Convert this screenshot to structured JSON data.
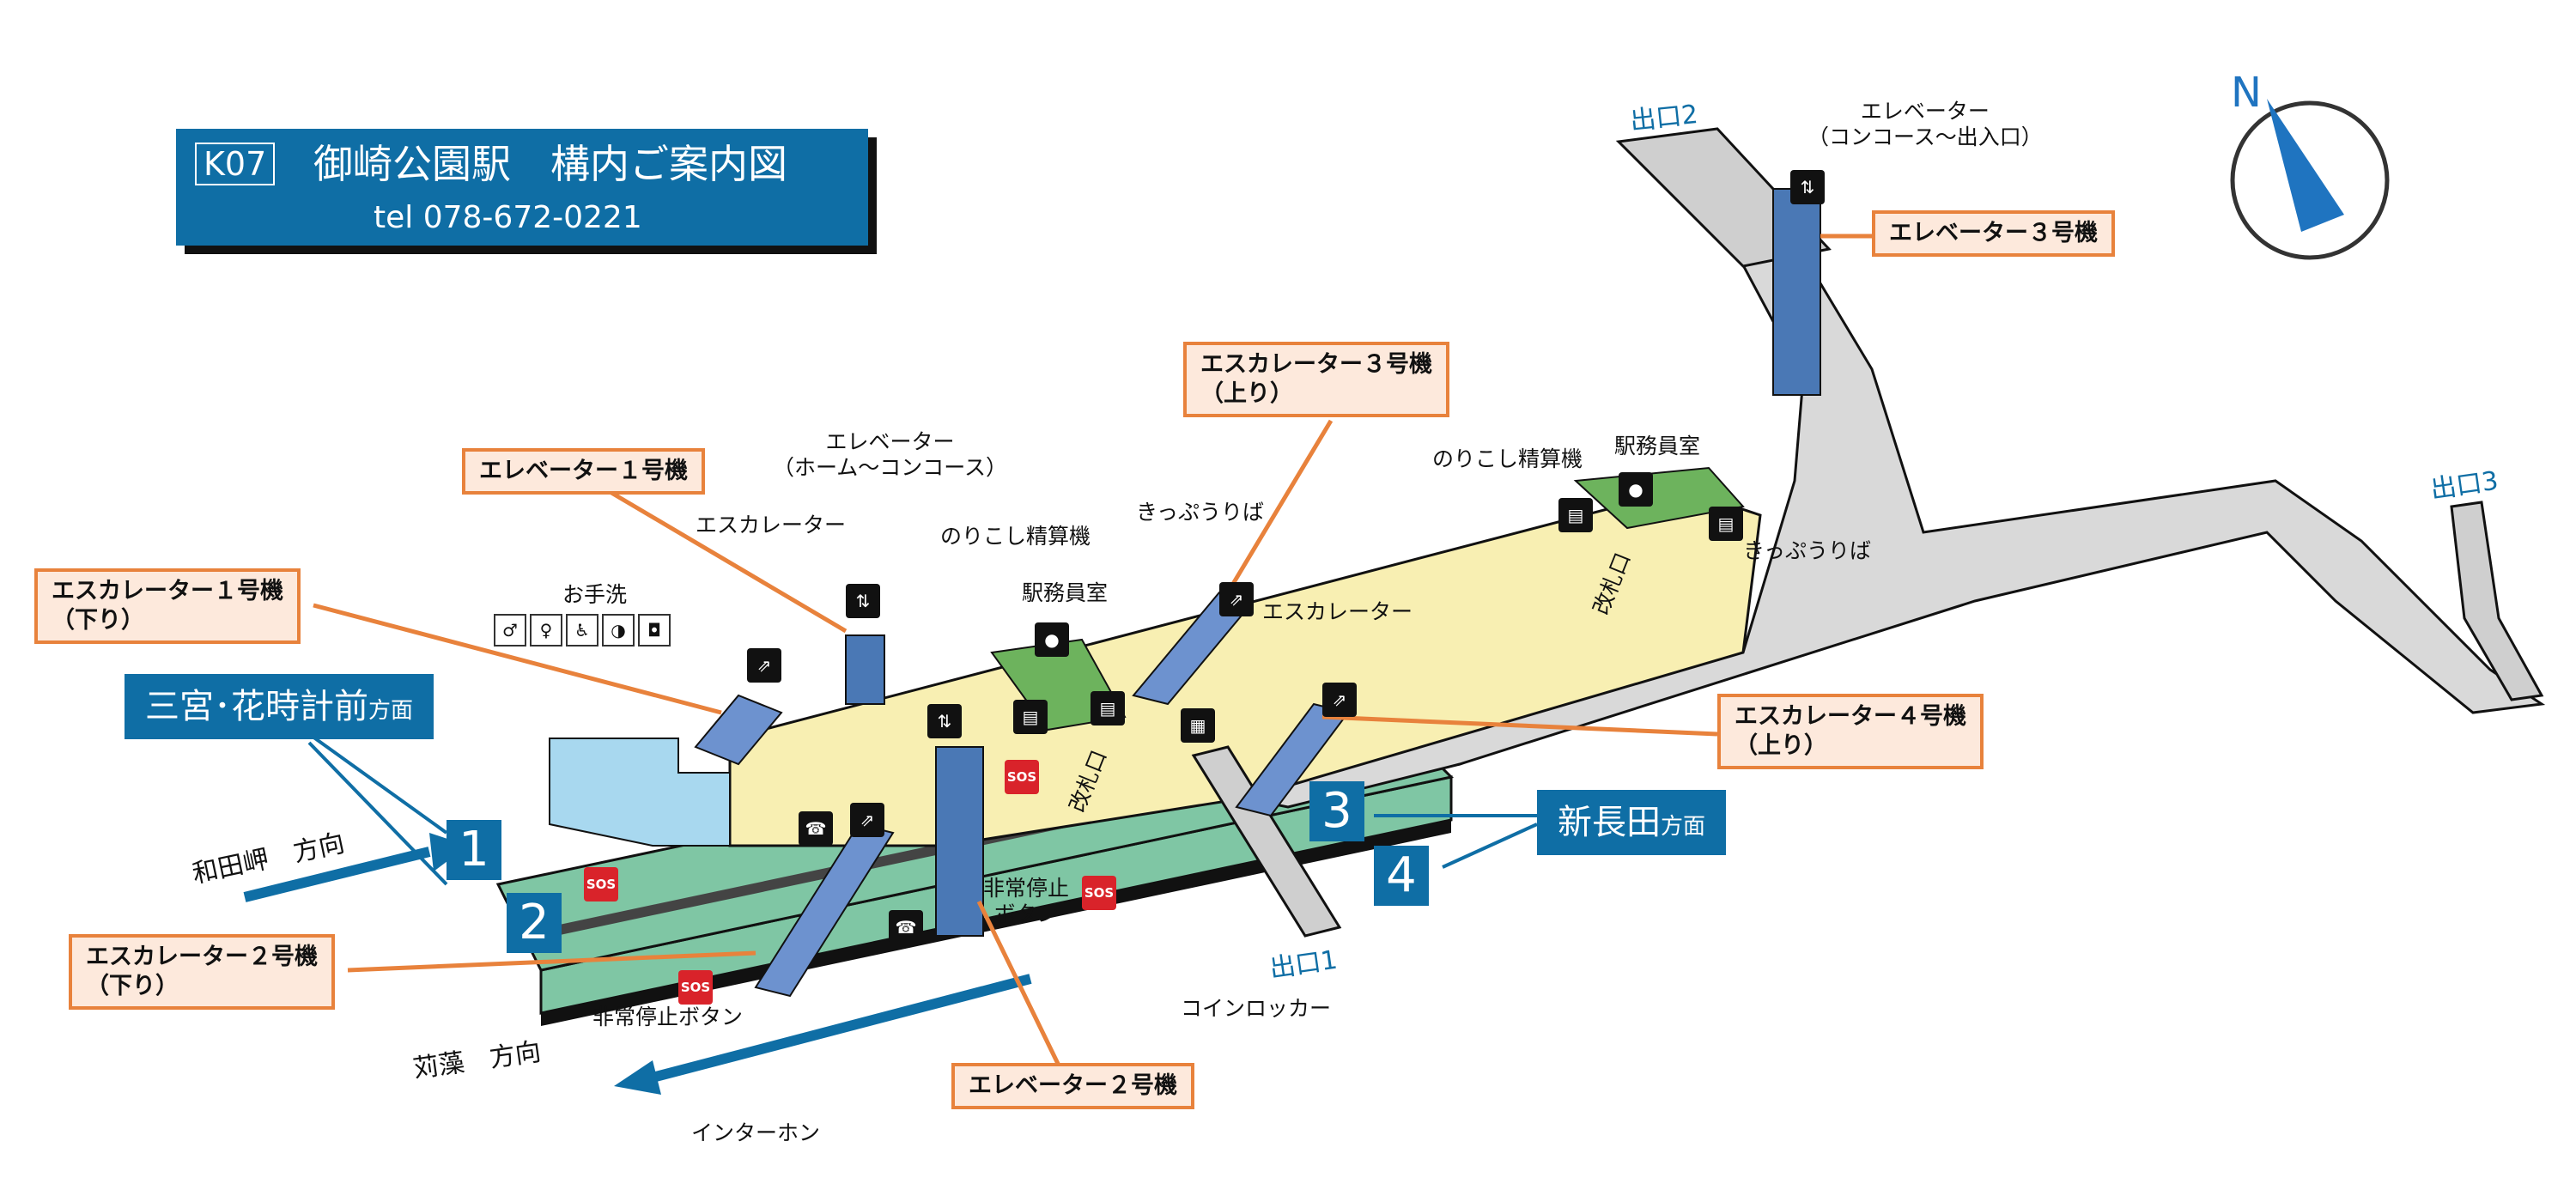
{
  "title": {
    "code": "K07",
    "station": "御崎公園駅　構内ご案内図",
    "tel": "tel 078-672-0221"
  },
  "compass": {
    "label": "N"
  },
  "directions": {
    "sannomiya": {
      "main": "三宮･花時計前",
      "suffix": "方面"
    },
    "shin_nagata": {
      "main": "新長田",
      "suffix": "方面"
    },
    "wadamisaki": "和田岬　方向",
    "karumo": "苅藻　方向"
  },
  "platforms": [
    "1",
    "2",
    "3",
    "4"
  ],
  "exits": [
    "出口1",
    "出口2",
    "出口3"
  ],
  "callouts": {
    "elevator_1": "エレベーター１号機",
    "elevator_2": "エレベーター２号機",
    "elevator_3": "エレベーター３号機",
    "escalator_1": [
      "エスカレーター１号機",
      "（下り）"
    ],
    "escalator_2": [
      "エスカレーター２号機",
      "（下り）"
    ],
    "escalator_3": [
      "エスカレーター３号機",
      "（上り）"
    ],
    "escalator_4": [
      "エスカレーター４号機",
      "（上り）"
    ]
  },
  "labels": {
    "elevator_home": [
      "エレベーター",
      "（ホーム～コンコース）"
    ],
    "elevator_exit": [
      "エレベーター",
      "（コンコース～出入口）"
    ],
    "escalator_left": "エスカレーター",
    "escalator_mid": "エスカレーター",
    "restroom": "お手洗",
    "fare_adjust_1": "のりこし精算機",
    "fare_adjust_2": "のりこし精算機",
    "station_office_1": "駅務員室",
    "station_office_2": "駅務員室",
    "ticket_1": "きっぷうりば",
    "ticket_2": "きっぷうりば",
    "gate_1": "改札口",
    "gate_2": "改札口",
    "emergency_1": [
      "非常停止",
      "ボタン"
    ],
    "emergency_2": "非常停止ボタン",
    "coin_locker": "コインロッカー",
    "intercom": "インターホン"
  },
  "colors": {
    "accent_blue": "#0f6ea5",
    "callout_border": "#e8823c",
    "callout_fill": "#fde9dc",
    "concourse": "#f8efb2",
    "platform": "#7fc6a4",
    "floor_gray": "#d9d9d9",
    "sos_red": "#d9232a",
    "office_green": "#6db35d"
  },
  "icons": [
    "elevator-icon",
    "escalator-icon",
    "toilet-icon",
    "ticket-machine-icon",
    "station-staff-icon",
    "intercom-icon",
    "sos-button-icon",
    "coin-locker-icon"
  ]
}
